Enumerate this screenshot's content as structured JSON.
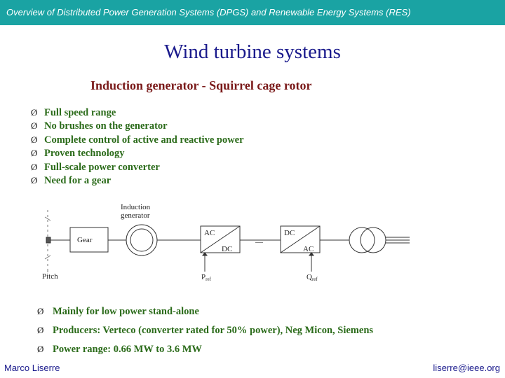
{
  "header": {
    "text": "Overview of Distributed Power Generation Systems (DPGS) and Renewable Energy Systems (RES)"
  },
  "title": "Wind turbine systems",
  "subtitle": "Induction generator - Squirrel cage rotor",
  "bullets": [
    "Full speed range",
    "No brushes on the generator",
    "Complete control of active and reactive power",
    "Proven technology",
    "Full-scale power converter",
    "Need for a gear"
  ],
  "bullet_symbol": "Ø",
  "diagram": {
    "gear_label": "Gear",
    "generator_label_line1": "Induction",
    "generator_label_line2": "generator",
    "pitch_label": "Pitch",
    "converter1_top": "AC",
    "converter1_bottom": "DC",
    "converter2_top": "DC",
    "converter2_bottom": "AC",
    "dc_link_symbol": "—",
    "p_ref_label": "P",
    "p_ref_sub": "ref",
    "q_ref_label": "Q",
    "q_ref_sub": "ref"
  },
  "bullets2": [
    "Mainly for low power stand-alone",
    "Producers: Verteco (converter rated for 50% power), Neg Micon, Siemens",
    "Power range: 0.66 MW to 3.6 MW"
  ],
  "footer": {
    "author": "Marco Liserre",
    "email": "liserre@ieee.org"
  },
  "colors": {
    "header_bar": "#1aa3a3",
    "title": "#1a1a8c",
    "subtitle": "#7a1a1a",
    "bullet_text": "#2b6b1a"
  }
}
